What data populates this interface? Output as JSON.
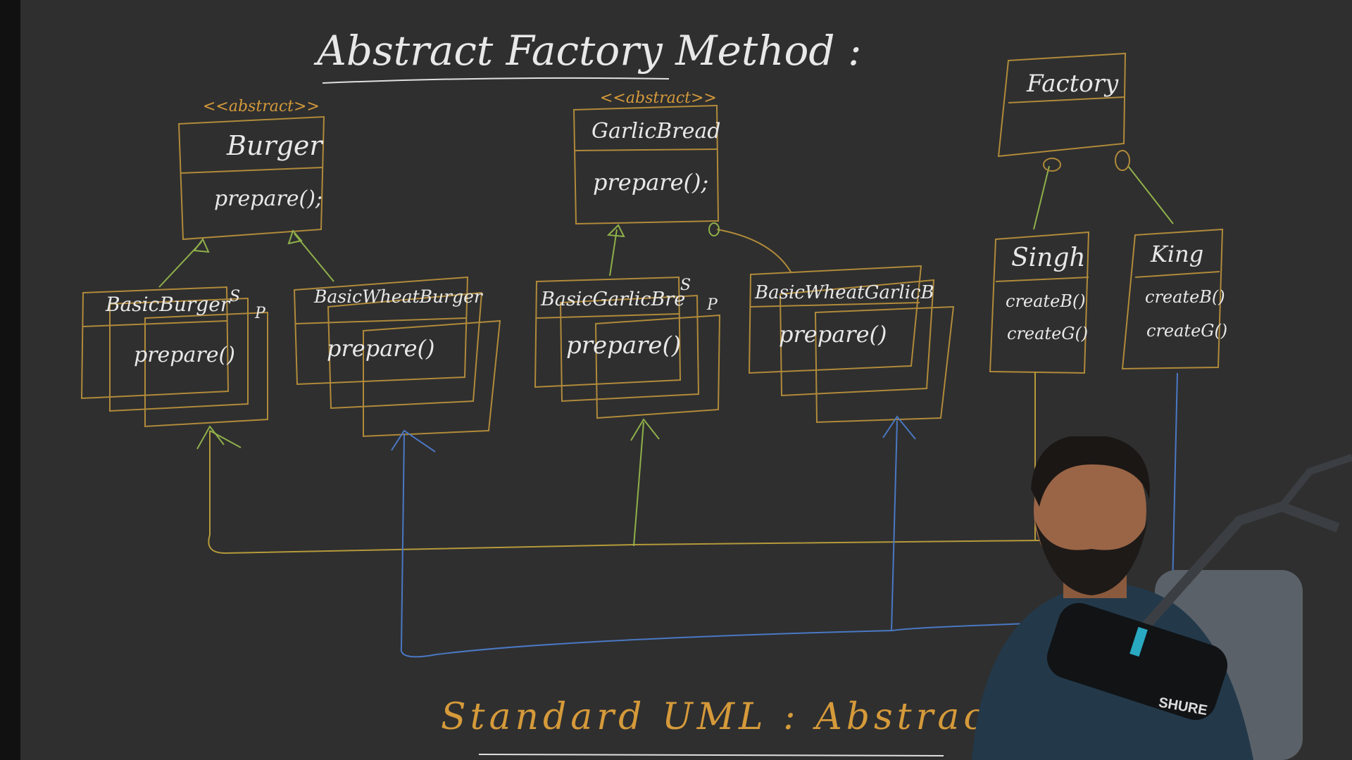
{
  "title": "Abstract Factory Method :",
  "bottom_caption": "Standard UML : Abstract Fa",
  "stereotype": "<<abstract>>",
  "classes": {
    "burger": {
      "name": "Burger",
      "method": "prepare();"
    },
    "garlic_bread": {
      "name": "GarlicBread",
      "method": "prepare();"
    },
    "basic_burger": {
      "name": "BasicBurger",
      "method": "prepare()",
      "tag_s": "S",
      "tag_p": "P"
    },
    "basic_wheat_burger": {
      "name": "BasicWheatBurger",
      "method": "prepare()"
    },
    "basic_garlic_bread": {
      "name": "BasicGarlicBre",
      "method": "prepare()",
      "tag_s": "S",
      "tag_p": "P"
    },
    "basic_wheat_garlic": {
      "name": "BasicWheatGarlicB",
      "method": "prepare()"
    },
    "factory": {
      "name": "Factory"
    },
    "singh": {
      "name": "Singh",
      "methods": [
        "createB()",
        "createG()"
      ]
    },
    "king": {
      "name": "King",
      "methods": [
        "createB()",
        "createG()"
      ]
    }
  },
  "mic_brand": "SHURE",
  "colors": {
    "board": "#2f2f2f",
    "box_stroke": "#b08a3a",
    "stereotype": "#d59a3a",
    "green_connector": "#8fb04a",
    "blue_connector": "#4a78c4",
    "text": "#e8e8e8"
  }
}
